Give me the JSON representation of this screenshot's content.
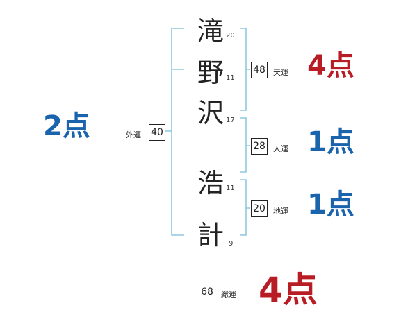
{
  "name_chars": [
    {
      "char": "滝",
      "strokes": "20"
    },
    {
      "char": "野",
      "strokes": "11"
    },
    {
      "char": "沢",
      "strokes": "17"
    },
    {
      "char": "浩",
      "strokes": "11"
    },
    {
      "char": "計",
      "strokes": "9"
    }
  ],
  "fortunes": {
    "gaikaku": {
      "label": "外運",
      "value": "40",
      "score": "2点"
    },
    "tenkaku": {
      "label": "天運",
      "value": "48",
      "score": "4点"
    },
    "jinkaku": {
      "label": "人運",
      "value": "28",
      "score": "1点"
    },
    "chikaku": {
      "label": "地運",
      "value": "20",
      "score": "1点"
    },
    "soukaku": {
      "label": "総運",
      "value": "68",
      "score": "4点"
    }
  },
  "colors": {
    "bracket": "#8fc8e0",
    "good": "#b81c24",
    "average": "#1a63ad"
  }
}
